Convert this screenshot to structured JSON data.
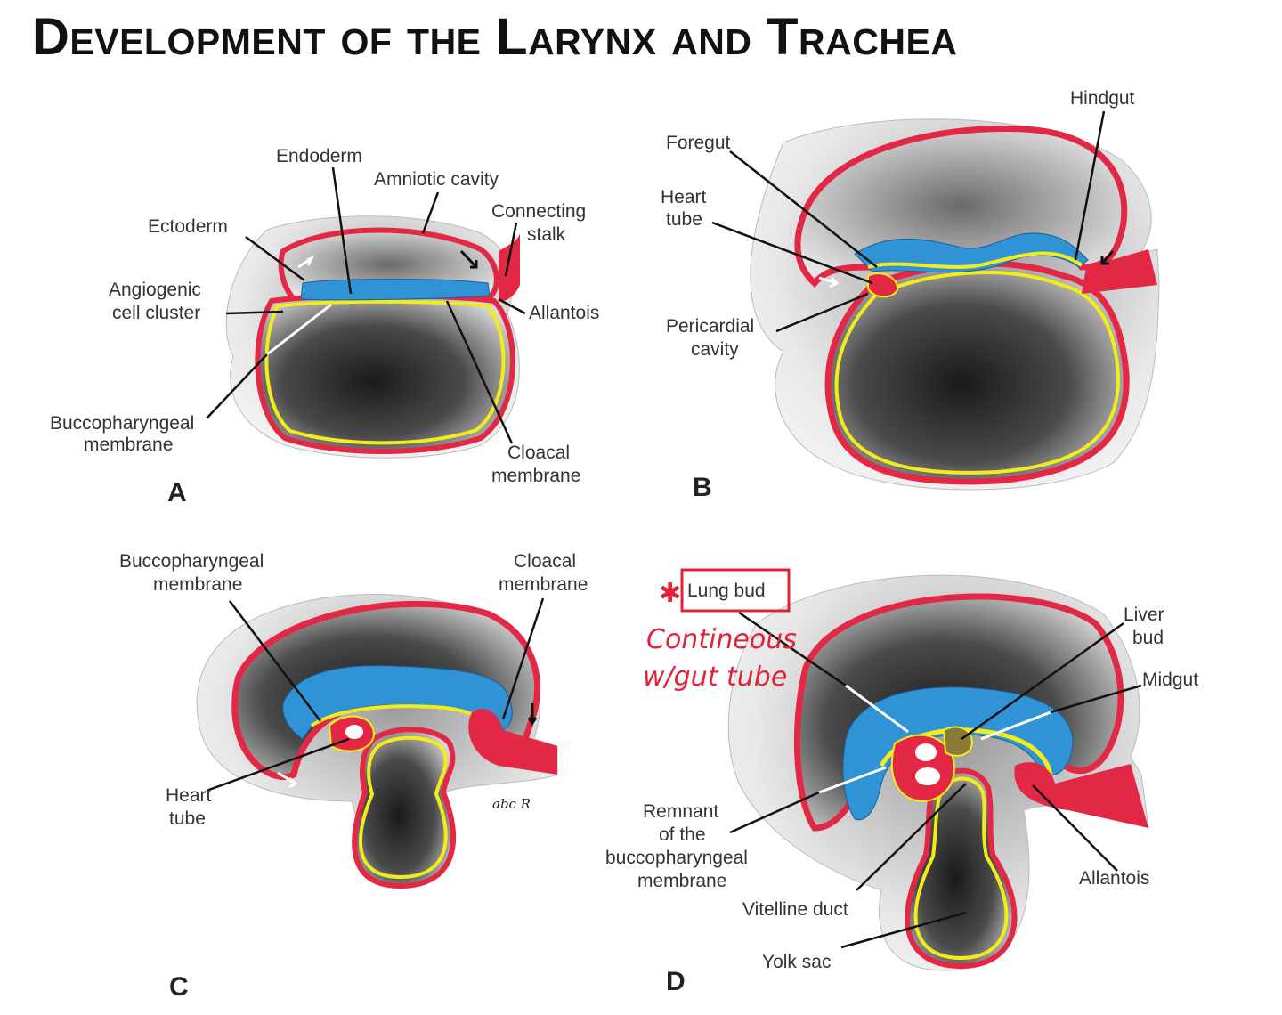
{
  "title": "Development of the Larynx and Trachea",
  "colors": {
    "ectoderm_red": "#e32845",
    "endoderm_yellow": "#f2ec1a",
    "mesoderm_blue": "#2f93d6",
    "annotation_red": "#e0233a"
  },
  "panels": {
    "a": {
      "letter": "A",
      "labels": {
        "endoderm": "Endoderm",
        "amniotic_cavity": "Amniotic cavity",
        "ectoderm": "Ectoderm",
        "connecting_stalk_1": "Connecting",
        "connecting_stalk_2": "stalk",
        "angiogenic_1": "Angiogenic",
        "angiogenic_2": "cell cluster",
        "allantois": "Allantois",
        "bucco_1": "Buccopharyngeal",
        "bucco_2": "membrane",
        "cloacal_1": "Cloacal",
        "cloacal_2": "membrane"
      }
    },
    "b": {
      "letter": "B",
      "labels": {
        "hindgut": "Hindgut",
        "foregut": "Foregut",
        "heart_1": "Heart",
        "heart_2": "tube",
        "pericardial_1": "Pericardial",
        "pericardial_2": "cavity"
      }
    },
    "c": {
      "letter": "C",
      "labels": {
        "bucco_1": "Buccopharyngeal",
        "bucco_2": "membrane",
        "cloacal_1": "Cloacal",
        "cloacal_2": "membrane",
        "heart_1": "Heart",
        "heart_2": "tube"
      }
    },
    "d": {
      "letter": "D",
      "labels": {
        "lung_bud": "Lung bud",
        "liver_1": "Liver",
        "liver_2": "bud",
        "midgut": "Midgut",
        "remnant_1": "Remnant",
        "remnant_2": "of the",
        "remnant_3": "buccopharyngeal",
        "remnant_4": "membrane",
        "allantois": "Allantois",
        "vitelline": "Vitelline duct",
        "yolk_sac": "Yolk sac"
      },
      "annotation": {
        "line1": "Contineous",
        "line2": "w/gut tube"
      }
    }
  }
}
